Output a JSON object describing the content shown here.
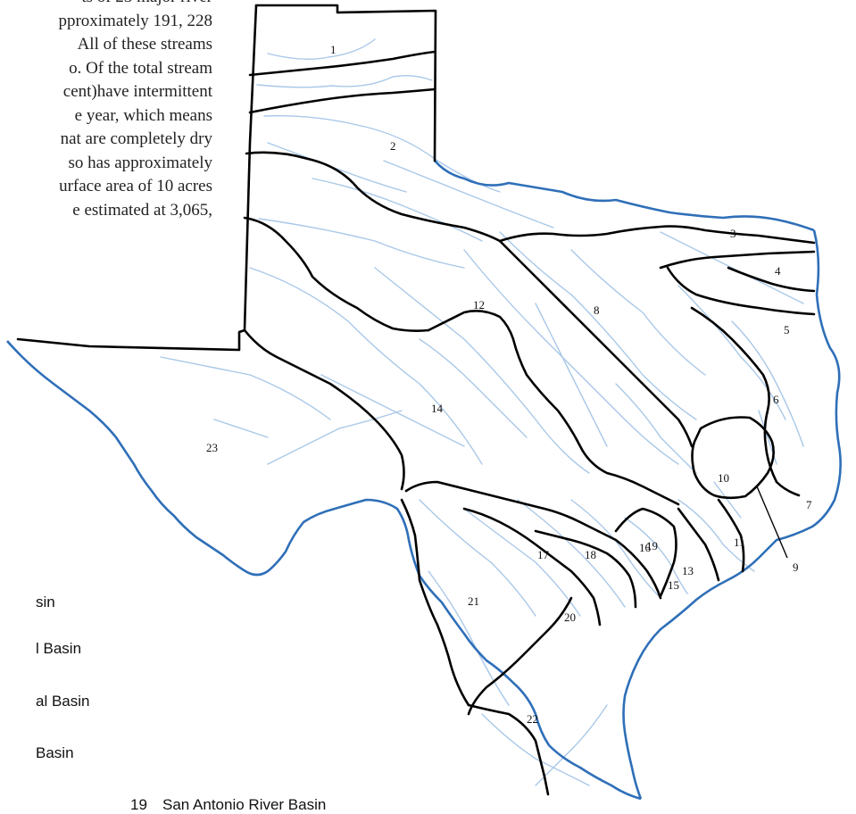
{
  "paragraph": {
    "lines": [
      "ts of 23 major river",
      "pproximately 191, 228",
      "All of these streams",
      "o. Of the total stream",
      "cent)have intermittent",
      "e year, which means",
      "nat are completely dry",
      "so has approximately",
      "urface area of 10 acres",
      "e estimated  at 3,065,"
    ]
  },
  "map": {
    "colors": {
      "border": "#000000",
      "coast": "#2f6fb8",
      "rivers": "#a9c8e8"
    },
    "basin_labels": [
      "1",
      "2",
      "3",
      "4",
      "5",
      "6",
      "7",
      "8",
      "9",
      "10",
      "11",
      "12",
      "13",
      "14",
      "15",
      "16",
      "17",
      "18",
      "19",
      "20",
      "21",
      "22",
      "23"
    ]
  },
  "legend": {
    "items": [
      {
        "num": "",
        "name": "sin"
      },
      {
        "num": "",
        "name": "l Basin"
      },
      {
        "num": "",
        "name": "al Basin"
      },
      {
        "num": "",
        "name": "Basin"
      }
    ],
    "bottom_item": {
      "num": "19",
      "name": "San Antonio River Basin"
    }
  }
}
